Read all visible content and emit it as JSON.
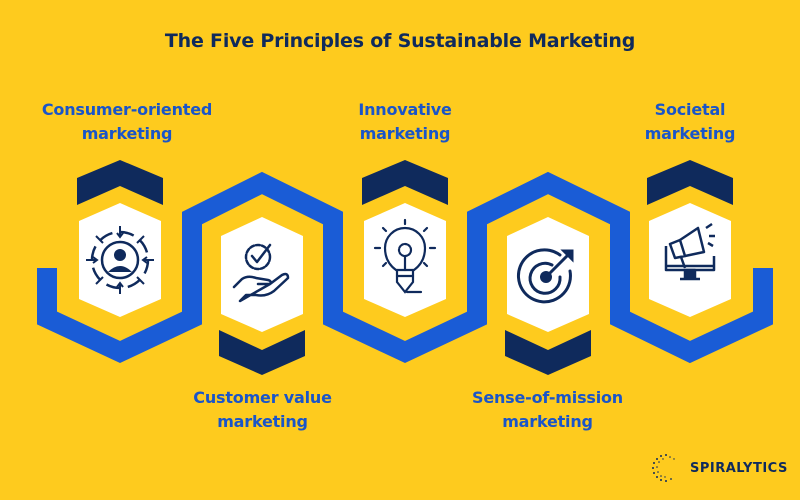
{
  "title": "The Five Principles of Sustainable Marketing",
  "colors": {
    "background": "#fecb1e",
    "path_blue": "#1a5cd6",
    "navy": "#0f2a5c",
    "label_blue": "#1a55c9",
    "hex_fill": "#ffffff"
  },
  "principles": [
    {
      "label_line1": "Consumer-oriented",
      "label_line2": "marketing",
      "icon": "customer-focus-icon",
      "position": "top"
    },
    {
      "label_line1": "Customer value",
      "label_line2": "marketing",
      "icon": "hand-checkmark-icon",
      "position": "bottom"
    },
    {
      "label_line1": "Innovative",
      "label_line2": "marketing",
      "icon": "lightbulb-pencil-icon",
      "position": "top"
    },
    {
      "label_line1": "Sense-of-mission",
      "label_line2": "marketing",
      "icon": "target-arrow-icon",
      "position": "bottom"
    },
    {
      "label_line1": "Societal",
      "label_line2": "marketing",
      "icon": "megaphone-monitor-icon",
      "position": "top"
    }
  ],
  "brand": {
    "name": "SPIRALYTICS",
    "icon": "spiral-dots-icon"
  }
}
